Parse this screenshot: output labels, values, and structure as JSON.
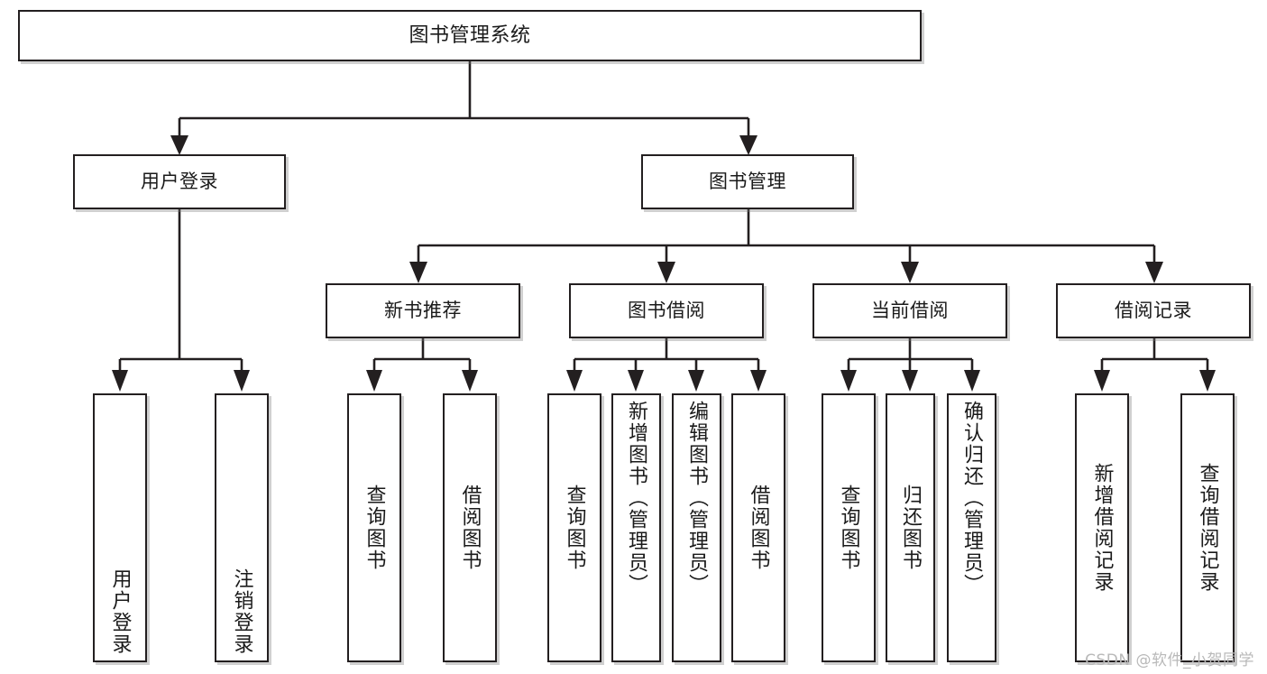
{
  "diagram": {
    "title": "图书管理系统",
    "root": {
      "id": "root",
      "label": "图书管理系统"
    },
    "level2": [
      {
        "id": "user-login",
        "label": "用户登录"
      },
      {
        "id": "book-manage",
        "label": "图书管理"
      }
    ],
    "level3": [
      {
        "id": "new-book-recommend",
        "label": "新书推荐"
      },
      {
        "id": "book-borrow",
        "label": "图书借阅"
      },
      {
        "id": "current-borrow",
        "label": "当前借阅"
      },
      {
        "id": "borrow-record",
        "label": "借阅记录"
      }
    ],
    "leaves": {
      "user_login": [
        {
          "id": "leaf-user-login",
          "label": "用户登录"
        },
        {
          "id": "leaf-user-logout",
          "label": "注销登录"
        }
      ],
      "new_book_recommend": [
        {
          "id": "leaf-query-book-1",
          "label": "查询图书"
        },
        {
          "id": "leaf-borrow-book-1",
          "label": "借阅图书"
        }
      ],
      "book_borrow": [
        {
          "id": "leaf-query-book-2",
          "label": "查询图书"
        },
        {
          "id": "leaf-add-book",
          "label": "新增图书（管理员）"
        },
        {
          "id": "leaf-edit-book",
          "label": "编辑图书（管理员）"
        },
        {
          "id": "leaf-borrow-book-2",
          "label": "借阅图书"
        }
      ],
      "current_borrow": [
        {
          "id": "leaf-query-book-3",
          "label": "查询图书"
        },
        {
          "id": "leaf-return-book",
          "label": "归还图书"
        },
        {
          "id": "leaf-confirm-return",
          "label": "确认归还（管理员）"
        }
      ],
      "borrow_record": [
        {
          "id": "leaf-add-record",
          "label": "新增借阅记录"
        },
        {
          "id": "leaf-query-record",
          "label": "查询借阅记录"
        }
      ]
    },
    "colors": {
      "stroke": "#231f20",
      "fill": "#ffffff",
      "shadow": "#787878",
      "watermark": "#b9b9b9"
    }
  },
  "watermark": {
    "text": "CSDN @软件_小贺同学"
  }
}
